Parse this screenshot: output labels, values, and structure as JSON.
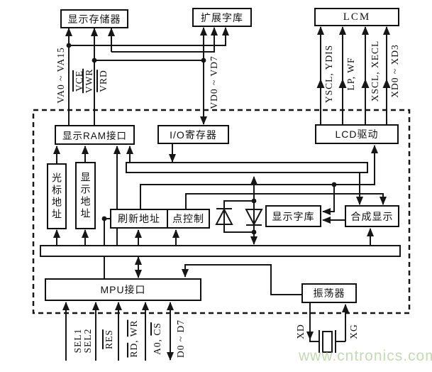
{
  "colors": {
    "line": "#161616",
    "watermark": "#c5dab2"
  },
  "blocks": {
    "display_memory": "显示存储器",
    "extended_font": "扩展字库",
    "lcm": "LCM",
    "display_ram_interface": "显示RAM接口",
    "io_register": "I/O寄存器",
    "lcd_driver": "LCD驱动",
    "cursor_address": "光标地址",
    "display_address": "显示地址",
    "refresh_address": "刷新地址",
    "dot_control": "点控制",
    "display_font": "显示字库",
    "composite_display": "合成显示",
    "mpu_interface": "MPU接口",
    "oscillator": "振荡器"
  },
  "signals": {
    "va_bus": "VA0 ~ VA15",
    "vce": "VCE",
    "vwr": "VWR",
    "vrd": "VRD",
    "vd_bus": "VD0 ~ VD7",
    "lcm_labels": [
      "YSCL, YDIS",
      "LP, WF",
      "XSCL, XECL",
      "XD0 ~ XD3"
    ],
    "sel1": "SEL1",
    "sel2": "SEL2",
    "res": "RES",
    "rd": "RD",
    "wr": "WR",
    "a0": "A0",
    "cs": "CS",
    "sep": ", ",
    "d_bus": "D0 ~ D7",
    "xd": "XD",
    "xg": "XG"
  },
  "watermark": "www.cntronics.com"
}
